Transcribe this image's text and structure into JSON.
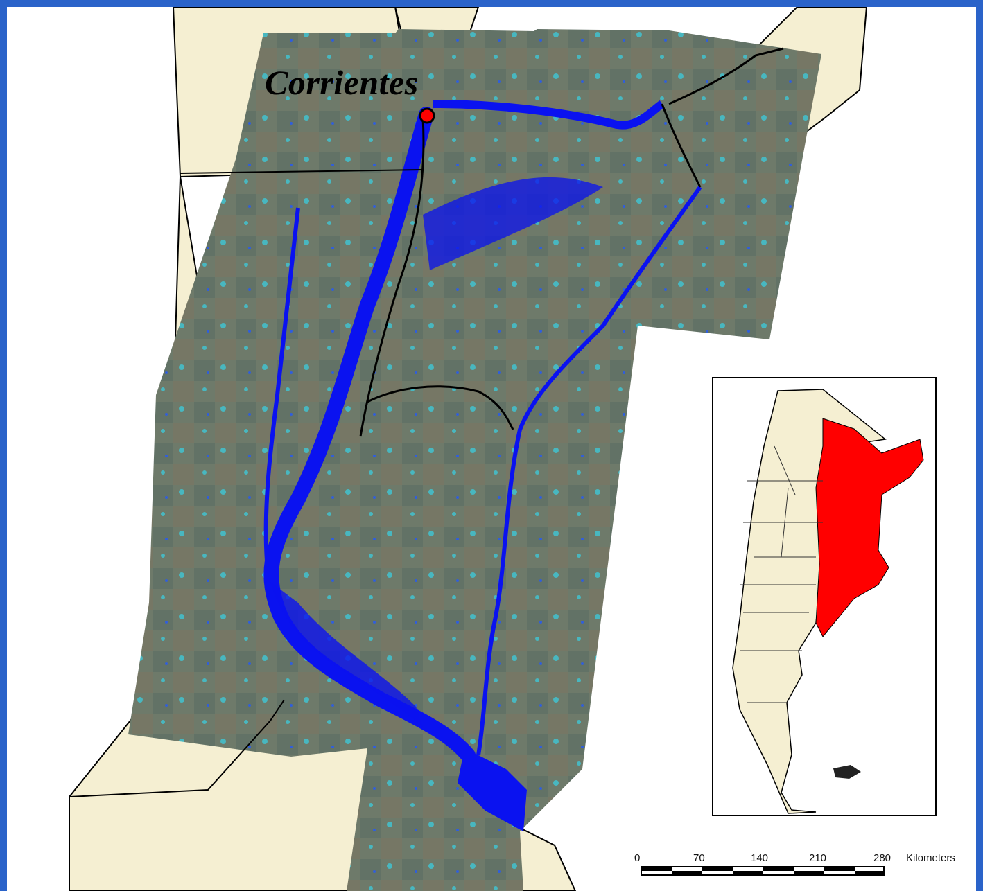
{
  "map": {
    "city_label": "Corrientes",
    "colors": {
      "frame": "#2a63c9",
      "land": "#f5efd2",
      "water": "#0a12f0",
      "highlight": "#ff0000",
      "marker": "#ff0000"
    },
    "icons": [
      "city-marker-icon",
      "scale-bar-icon"
    ]
  },
  "scale": {
    "ticks": [
      "0",
      "70",
      "140",
      "210",
      "280"
    ],
    "unit": "Kilometers"
  },
  "inset": {
    "description_colors": [
      "#f5efd2",
      "#ff0000"
    ]
  }
}
